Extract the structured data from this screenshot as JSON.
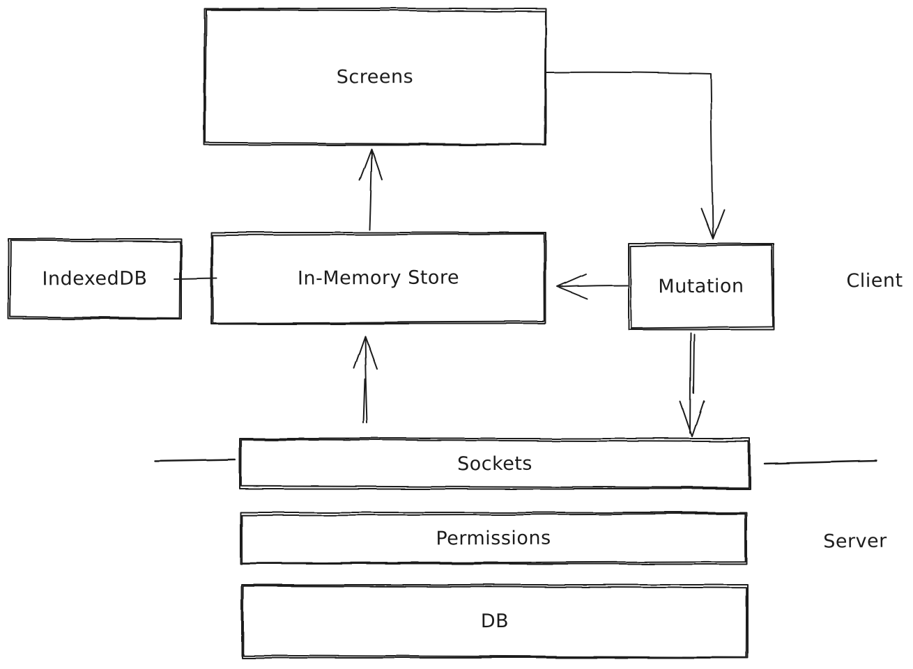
{
  "diagram": {
    "type": "architecture-sketch",
    "nodes": {
      "screens": {
        "label": "Screens"
      },
      "indexeddb": {
        "label": "IndexedDB"
      },
      "in_memory_store": {
        "label": "In-Memory Store"
      },
      "mutation": {
        "label": "Mutation"
      },
      "sockets": {
        "label": "Sockets"
      },
      "permissions": {
        "label": "Permissions"
      },
      "db": {
        "label": "DB"
      }
    },
    "regions": {
      "client": {
        "label": "Client"
      },
      "server": {
        "label": "Server"
      }
    },
    "edges": [
      {
        "from": "Screens",
        "to": "Mutation",
        "style": "arrow",
        "route": "right-then-down"
      },
      {
        "from": "In-Memory Store",
        "to": "Screens",
        "style": "arrow",
        "route": "up"
      },
      {
        "from": "Mutation",
        "to": "In-Memory Store",
        "style": "arrow",
        "route": "left"
      },
      {
        "from": "Mutation",
        "to": "Sockets",
        "style": "arrow",
        "route": "down"
      },
      {
        "from": "Sockets",
        "to": "In-Memory Store",
        "style": "arrow",
        "route": "up"
      },
      {
        "from": "IndexedDB",
        "to": "In-Memory Store",
        "style": "line",
        "route": "right"
      }
    ],
    "dividers": [
      {
        "side": "left-of-sockets"
      },
      {
        "side": "right-of-sockets"
      }
    ],
    "colors": {
      "stroke": "#1b1b1b",
      "canvas": "#ffffff"
    }
  }
}
